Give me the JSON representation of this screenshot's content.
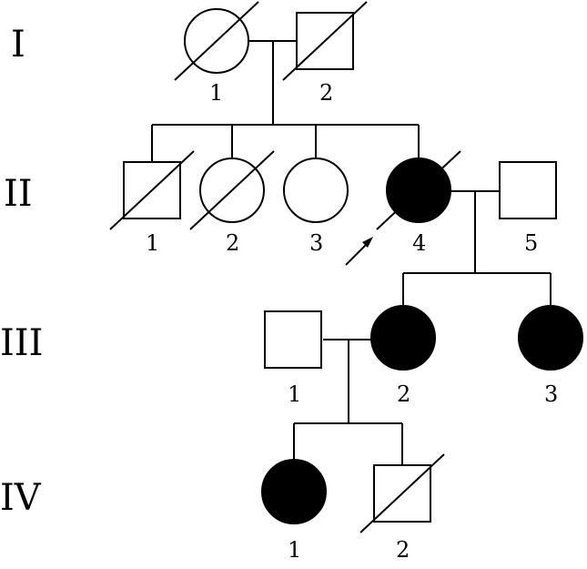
{
  "generations": [
    {
      "label": "I"
    },
    {
      "label": "II"
    },
    {
      "label": "III"
    },
    {
      "label": "IV"
    }
  ],
  "individuals": [
    {
      "id": "I-1",
      "number": "1",
      "sex": "female",
      "affected": false,
      "deceased": true
    },
    {
      "id": "I-2",
      "number": "2",
      "sex": "male",
      "affected": false,
      "deceased": true
    },
    {
      "id": "II-1",
      "number": "1",
      "sex": "male",
      "affected": false,
      "deceased": true
    },
    {
      "id": "II-2",
      "number": "2",
      "sex": "female",
      "affected": false,
      "deceased": true
    },
    {
      "id": "II-3",
      "number": "3",
      "sex": "female",
      "affected": false,
      "deceased": false
    },
    {
      "id": "II-4",
      "number": "4",
      "sex": "female",
      "affected": true,
      "deceased": true,
      "proband": true
    },
    {
      "id": "II-5",
      "number": "5",
      "sex": "male",
      "affected": false,
      "deceased": false
    },
    {
      "id": "III-1",
      "number": "1",
      "sex": "male",
      "affected": false,
      "deceased": false
    },
    {
      "id": "III-2",
      "number": "2",
      "sex": "female",
      "affected": true,
      "deceased": false
    },
    {
      "id": "III-3",
      "number": "3",
      "sex": "female",
      "affected": true,
      "deceased": false
    },
    {
      "id": "IV-1",
      "number": "1",
      "sex": "female",
      "affected": true,
      "deceased": false
    },
    {
      "id": "IV-2",
      "number": "2",
      "sex": "male",
      "affected": false,
      "deceased": true
    }
  ],
  "colors": {
    "affected_fill": "#000000",
    "unaffected_fill": "#ffffff",
    "stroke": "#000000"
  }
}
